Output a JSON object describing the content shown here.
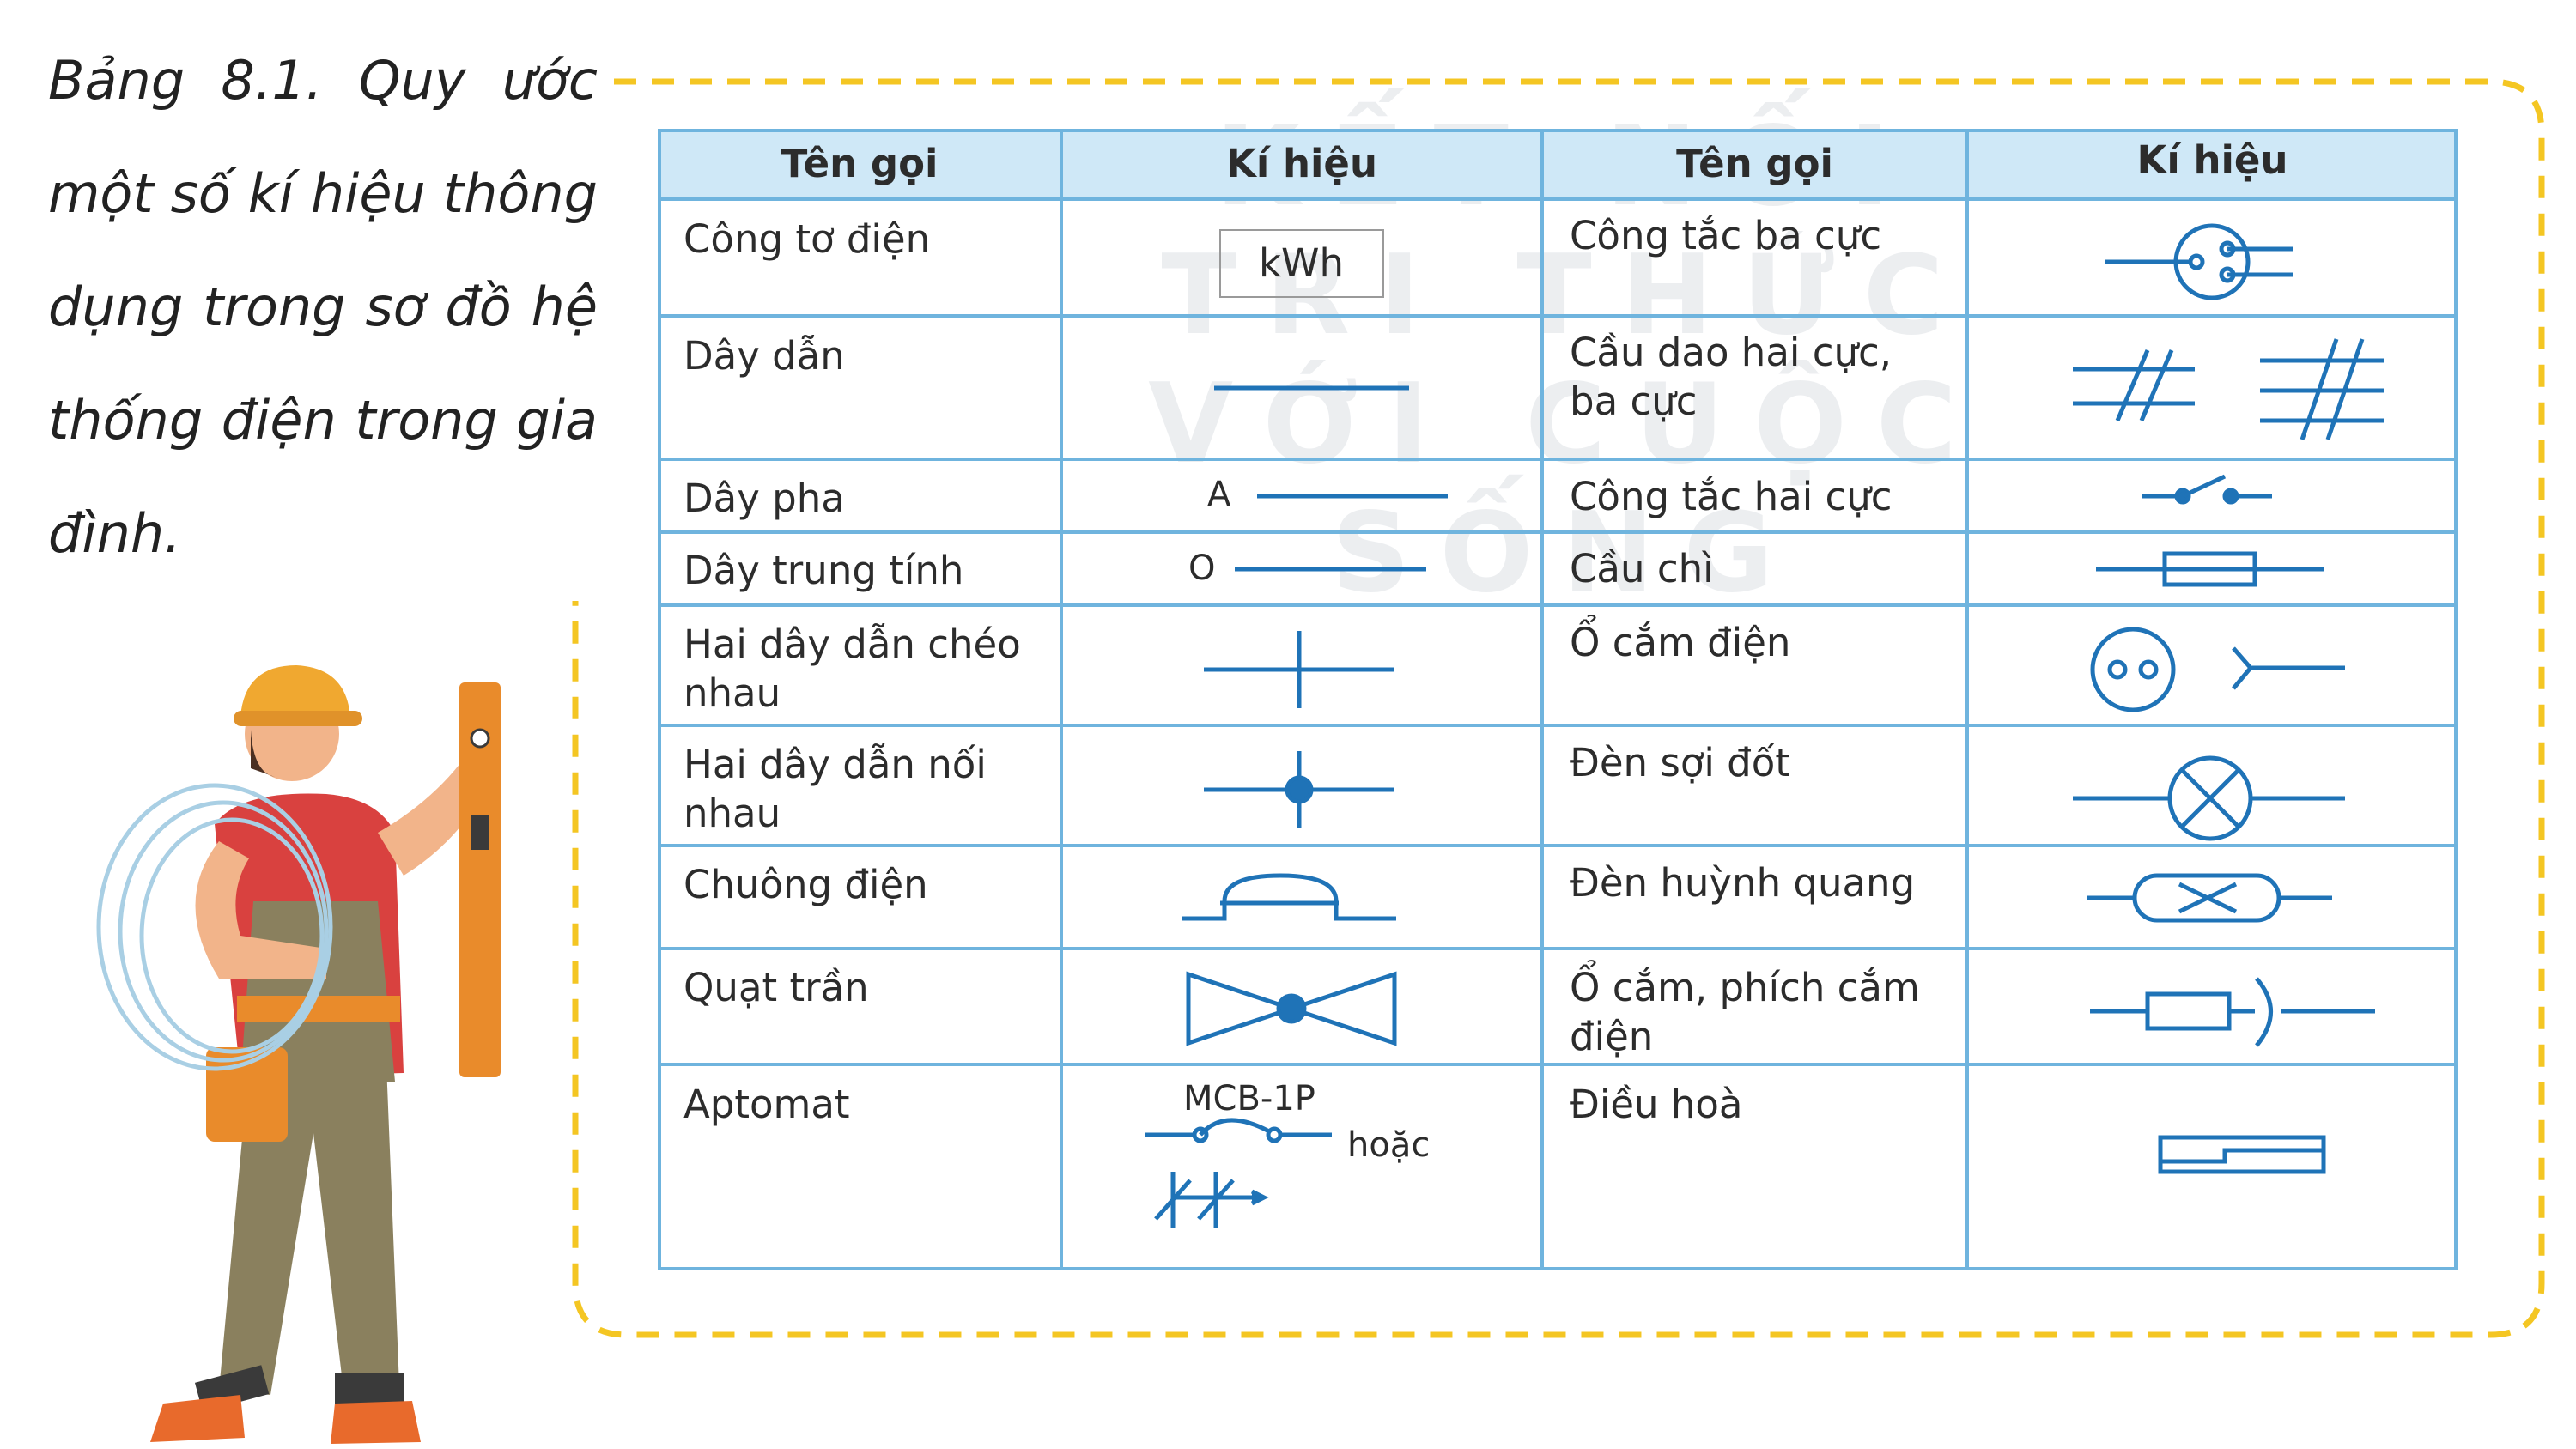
{
  "caption": "Bảng 8.1. Quy ước một số kí hiệu thông dụng trong sơ đồ hệ thống điện trong gia đình.",
  "watermark": {
    "line1": "KẾT NỐI TRI THỨC",
    "line2": "VỚI CUỘC SỐNG"
  },
  "colors": {
    "grid": "#6fb4de",
    "header_bg": "#cfe8f7",
    "symbol": "#1f73b7",
    "frame": "#f4c623"
  },
  "table": {
    "headers": [
      "Tên gọi",
      "Kí hiệu",
      "Tên gọi",
      "Kí hiệu"
    ],
    "rows": [
      {
        "left": "Công tơ điện",
        "right": "Công tắc ba cực"
      },
      {
        "left": "Dây dẫn",
        "right": "Cầu dao hai cực,\nba cực"
      },
      {
        "left": "Dây pha",
        "right": "Công tắc hai cực"
      },
      {
        "left": "Dây trung tính",
        "right": "Cầu chì"
      },
      {
        "left": "Hai dây dẫn chéo\nnhau",
        "right": "Ổ cắm điện"
      },
      {
        "left": "Hai dây dẫn nối\nnhau",
        "right": "Đèn sợi đốt"
      },
      {
        "left": "Chuông điện",
        "right": "Đèn huỳnh quang"
      },
      {
        "left": "Quạt trần",
        "right": "Ổ cắm, phích cắm\nđiện"
      },
      {
        "left": "Aptomat",
        "right": "Điều hoà"
      }
    ],
    "symbol_labels": {
      "kwh": "kWh",
      "phase": "A",
      "neutral": "O",
      "mcb": "MCB-1P",
      "or": "hoặc"
    }
  },
  "icons": [
    "worker-illustration",
    "meter-icon",
    "wire-icon",
    "switch-icon",
    "fuse-icon",
    "socket-icon",
    "lamp-icon",
    "bell-icon",
    "fan-icon",
    "breaker-icon",
    "air-conditioner-icon"
  ]
}
